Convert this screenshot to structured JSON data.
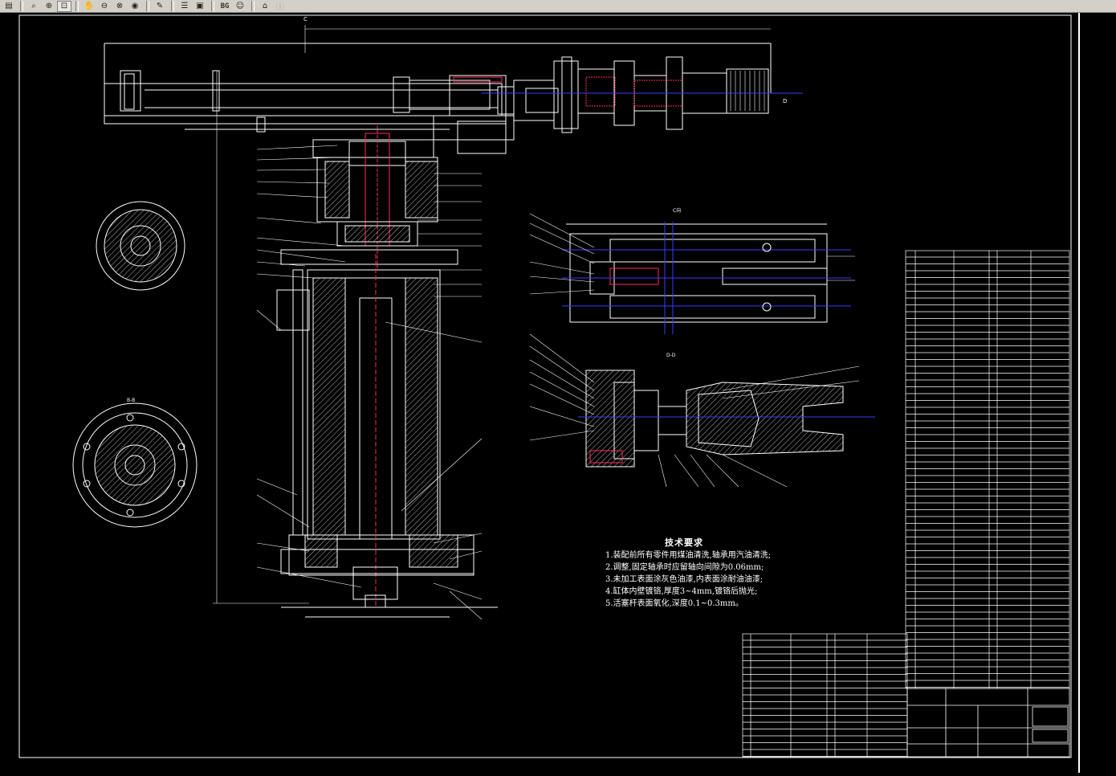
{
  "toolbar": {
    "buttons": [
      {
        "name": "print-button",
        "icon": "printer-icon",
        "glyph": "▤"
      },
      {
        "name": "zoom-button",
        "icon": "magnifier-icon",
        "glyph": "⌕"
      },
      {
        "name": "zoom-in-button",
        "icon": "zoom-in-icon",
        "glyph": "⊕"
      },
      {
        "name": "zoom-window-button",
        "icon": "zoom-window-icon",
        "glyph": "⊡",
        "active": true
      },
      {
        "name": "pan-button",
        "icon": "hand-icon",
        "glyph": "✋"
      },
      {
        "name": "zoom-prev-button",
        "icon": "zoom-prev-icon",
        "glyph": "⊖"
      },
      {
        "name": "zoom-extents-button",
        "icon": "zoom-extents-icon",
        "glyph": "⊗"
      },
      {
        "name": "regen-button",
        "icon": "globe-icon",
        "glyph": "◉"
      },
      {
        "name": "properties-button",
        "icon": "pencil-icon",
        "glyph": "✎"
      },
      {
        "name": "layers-button",
        "icon": "layers-icon",
        "glyph": "☰"
      },
      {
        "name": "view-button",
        "icon": "window-icon",
        "glyph": "▣"
      },
      {
        "name": "bg-button",
        "icon": "bg-icon",
        "label": "BG"
      },
      {
        "name": "find-button",
        "icon": "person-icon",
        "glyph": "☺"
      },
      {
        "name": "home-button",
        "icon": "home-icon",
        "glyph": "⌂"
      },
      {
        "name": "info-button",
        "icon": "info-icon",
        "glyph": "ⓘ",
        "disabled": true
      }
    ]
  },
  "colors": {
    "background": "#000000",
    "line": "#ffffff",
    "accent_red": "#ff2a5a",
    "accent_blue": "#3a3aff",
    "toolbar": "#d4d0c8"
  },
  "drawing": {
    "tech_requirements": {
      "title": "技术要求",
      "items": [
        "1.装配前所有零件用煤油清洗,轴承用汽油清洗;",
        "2.调整,固定轴承时应留轴向间隙为0.06mm;",
        "3.未加工表面涂灰色油漆,内表面涂耐油油漆;",
        "4.缸体内壁镀铬,厚度3~4mm,镀铬后抛光;",
        "5.活塞杆表面氧化,深度0.1~0.3mm。"
      ]
    },
    "section_labels": {
      "c": "C",
      "c_view": "C向",
      "b_section": "B-B",
      "d_section": "D-D",
      "d_mark": "D"
    }
  }
}
